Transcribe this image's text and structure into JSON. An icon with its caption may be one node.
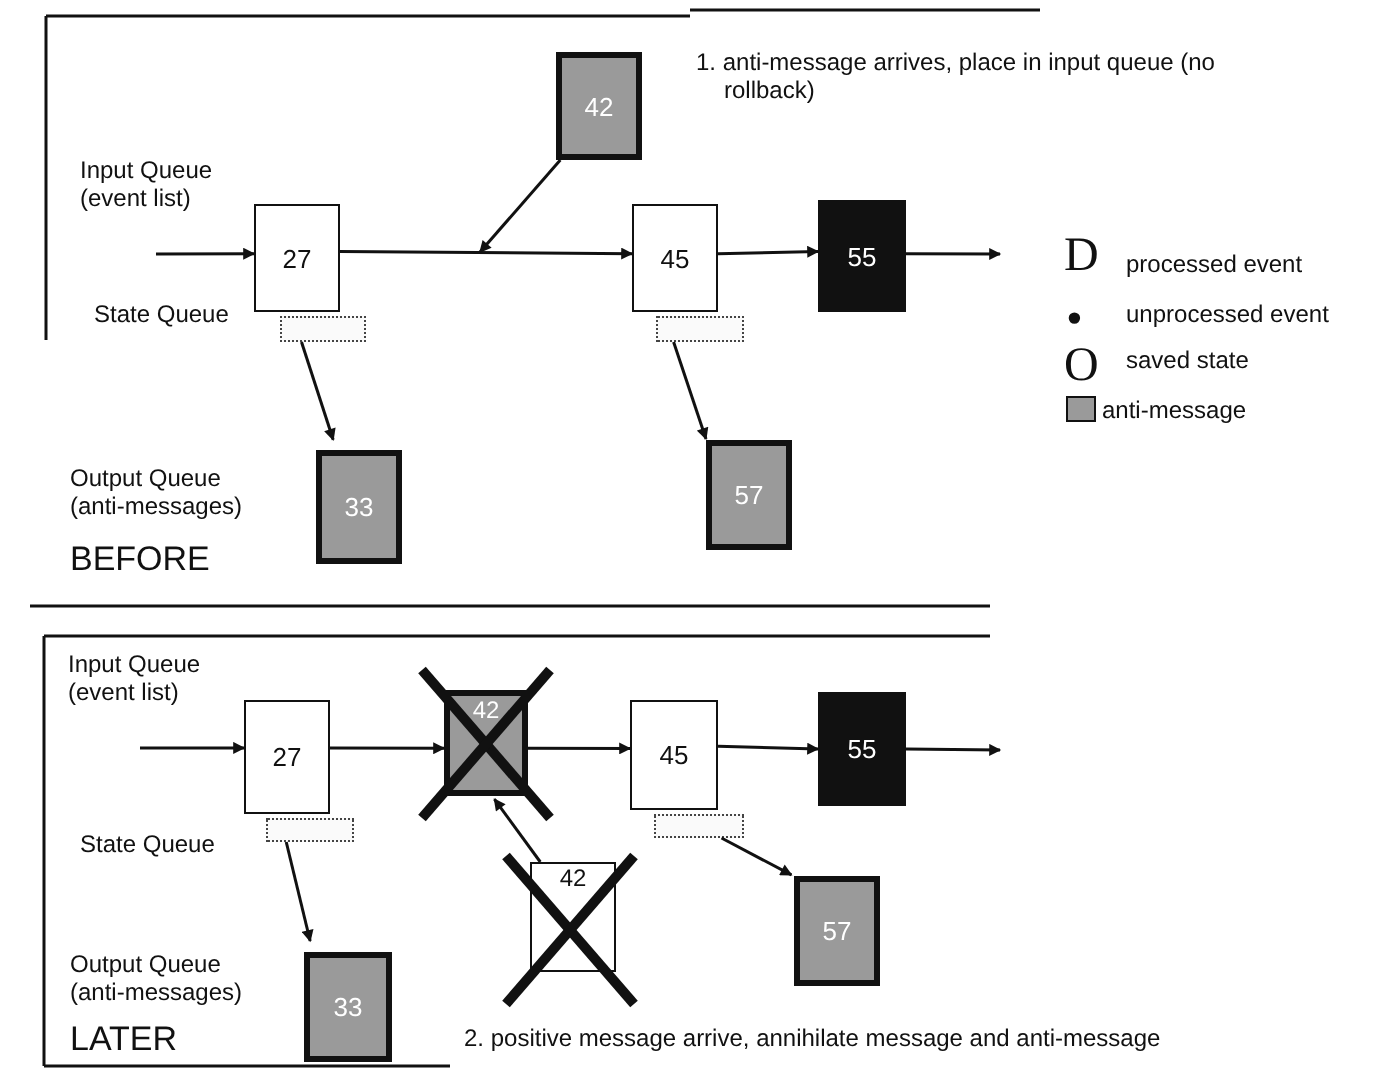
{
  "diagram": {
    "nodes": [
      {
        "text": [
          "27"
        ]
      },
      {
        "text": [],
        "shape": "box"
      },
      {
        "text": [
          "42"
        ]
      },
      {
        "text": [
          "45"
        ]
      },
      {
        "text": [],
        "shape": "box"
      },
      {
        "text": [
          "55"
        ]
      },
      {
        "text": [
          "33"
        ]
      },
      {
        "text": [
          "57"
        ]
      },
      {
        "text": [
          "27"
        ]
      },
      {
        "text": [],
        "shape": "box"
      },
      {
        "text": [
          "42"
        ]
      },
      {
        "text": [
          "45"
        ]
      },
      {
        "text": [],
        "shape": "box"
      },
      {
        "text": [
          "55"
        ]
      },
      {
        "text": [
          "42"
        ]
      },
      {
        "text": [
          "33"
        ]
      },
      {
        "text": [
          "57"
        ]
      }
    ],
    "edges": [
      {
        "from": null,
        "to": 0,
        "arrow": "to"
      },
      {
        "from": 0,
        "to": 3,
        "arrow": "to"
      },
      {
        "from": 2,
        "to": null,
        "arrow": "to"
      },
      {
        "from": 3,
        "to": 5,
        "arrow": "to"
      },
      {
        "from": 5,
        "to": null,
        "arrow": "to"
      },
      {
        "from": 1,
        "to": 6,
        "arrow": "to"
      },
      {
        "from": 4,
        "to": 7,
        "arrow": "to"
      },
      {
        "from": null,
        "to": 8,
        "arrow": "to"
      },
      {
        "from": 8,
        "to": 10,
        "arrow": "to"
      },
      {
        "from": 10,
        "to": 11,
        "arrow": "to"
      },
      {
        "from": 11,
        "to": 13,
        "arrow": "to"
      },
      {
        "from": 13,
        "to": null,
        "arrow": "to"
      },
      {
        "from": 14,
        "to": 10,
        "arrow": "to"
      },
      {
        "from": 9,
        "to": 15,
        "arrow": "to"
      },
      {
        "from": 12,
        "to": 16,
        "arrow": "to"
      }
    ],
    "labels": [
      "1. anti-message arrives, place in input queue (no rollback)",
      "Input Queue (event list)",
      "D",
      "•",
      "State Queue",
      "O",
      "Output Queue (anti-messages)",
      "BEFORE",
      "Input Queue (event list)",
      "State Queue",
      "Output Queue (anti-messages)",
      "LATER",
      "2. positive message arrive, annihilate message and anti-message"
    ],
    "legend": [
      {
        "text": "processed event"
      },
      {
        "text": "unprocessed event"
      },
      {
        "text": "saved state"
      },
      {
        "text": "anti-message",
        "color": "#9a9a9a"
      }
    ]
  }
}
